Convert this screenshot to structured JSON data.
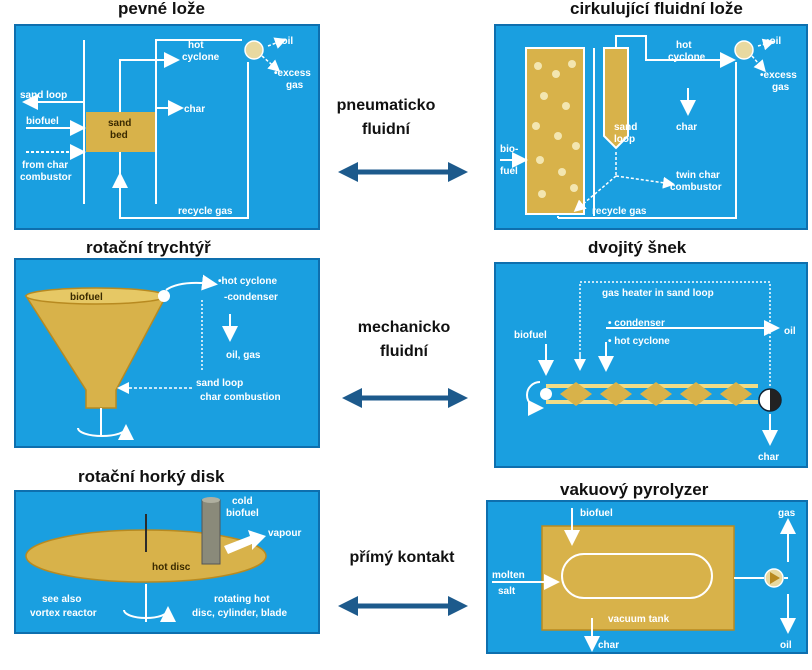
{
  "titles": {
    "fixed_bed": "pevné lože",
    "circulating_bed": "cirkulující fluidní lože",
    "rotating_funnel": "rotační trychtýř",
    "twin_screw": "dvojitý šnek",
    "rotating_disc": "rotační horký disk",
    "vacuum": "vakuový pyrolyzer"
  },
  "middle": {
    "pneumatic_1": "pneumaticko",
    "pneumatic_2": "fluidní",
    "mechanical_1": "mechanicko",
    "mechanical_2": "fluidní",
    "direct": "přímý kontakt"
  },
  "panel1": {
    "hot": "hot",
    "cyclone": "cyclone",
    "oil": "•oil",
    "excess": "•excess",
    "gas": "gas",
    "sand_loop": "sand loop",
    "biofuel": "biofuel",
    "from_char": "from char",
    "combustor": "combustor",
    "sand": "sand",
    "bed": "bed",
    "char": "char",
    "recycle_gas": "recycle gas"
  },
  "panel2": {
    "hot": "hot",
    "cyclone": "cyclone",
    "oil": "•oil",
    "excess": "•excess",
    "gas": "gas",
    "bio": "bio-",
    "fuel": "fuel",
    "char": "char",
    "sand": "sand",
    "loop": "loop",
    "twin_char": "twin char",
    "combustor": "combustor",
    "recycle_gas": "recycle gas"
  },
  "panel3": {
    "biofuel": "biofuel",
    "hot_cyclone": "•hot cyclone",
    "condenser": "-condenser",
    "oil_gas": "oil, gas",
    "sand_loop": "sand loop",
    "char_combustion": "char combustion"
  },
  "panel4": {
    "gas_heater": "gas heater in sand loop",
    "biofuel": "biofuel",
    "condenser": "• condenser",
    "hot_cyclone": "• hot cyclone",
    "oil": "oil",
    "char": "char"
  },
  "panel5": {
    "cold": "cold",
    "biofuel": "biofuel",
    "vapour": "vapour",
    "hot_disc": "hot disc",
    "see_also": "see also",
    "vortex": "vortex reactor",
    "rotating_hot": "rotating hot",
    "disc_cyl": "disc, cylinder, blade"
  },
  "panel6": {
    "biofuel": "biofuel",
    "gas": "gas",
    "molten": "molten",
    "salt": "salt",
    "vacuum_tank": "vacuum tank",
    "char": "char",
    "oil": "oil"
  },
  "colors": {
    "panel_bg": "#1a9fe0",
    "panel_border": "#0e6fae",
    "biomass": "#d8b24a",
    "arrow": "#1d5a8c"
  }
}
